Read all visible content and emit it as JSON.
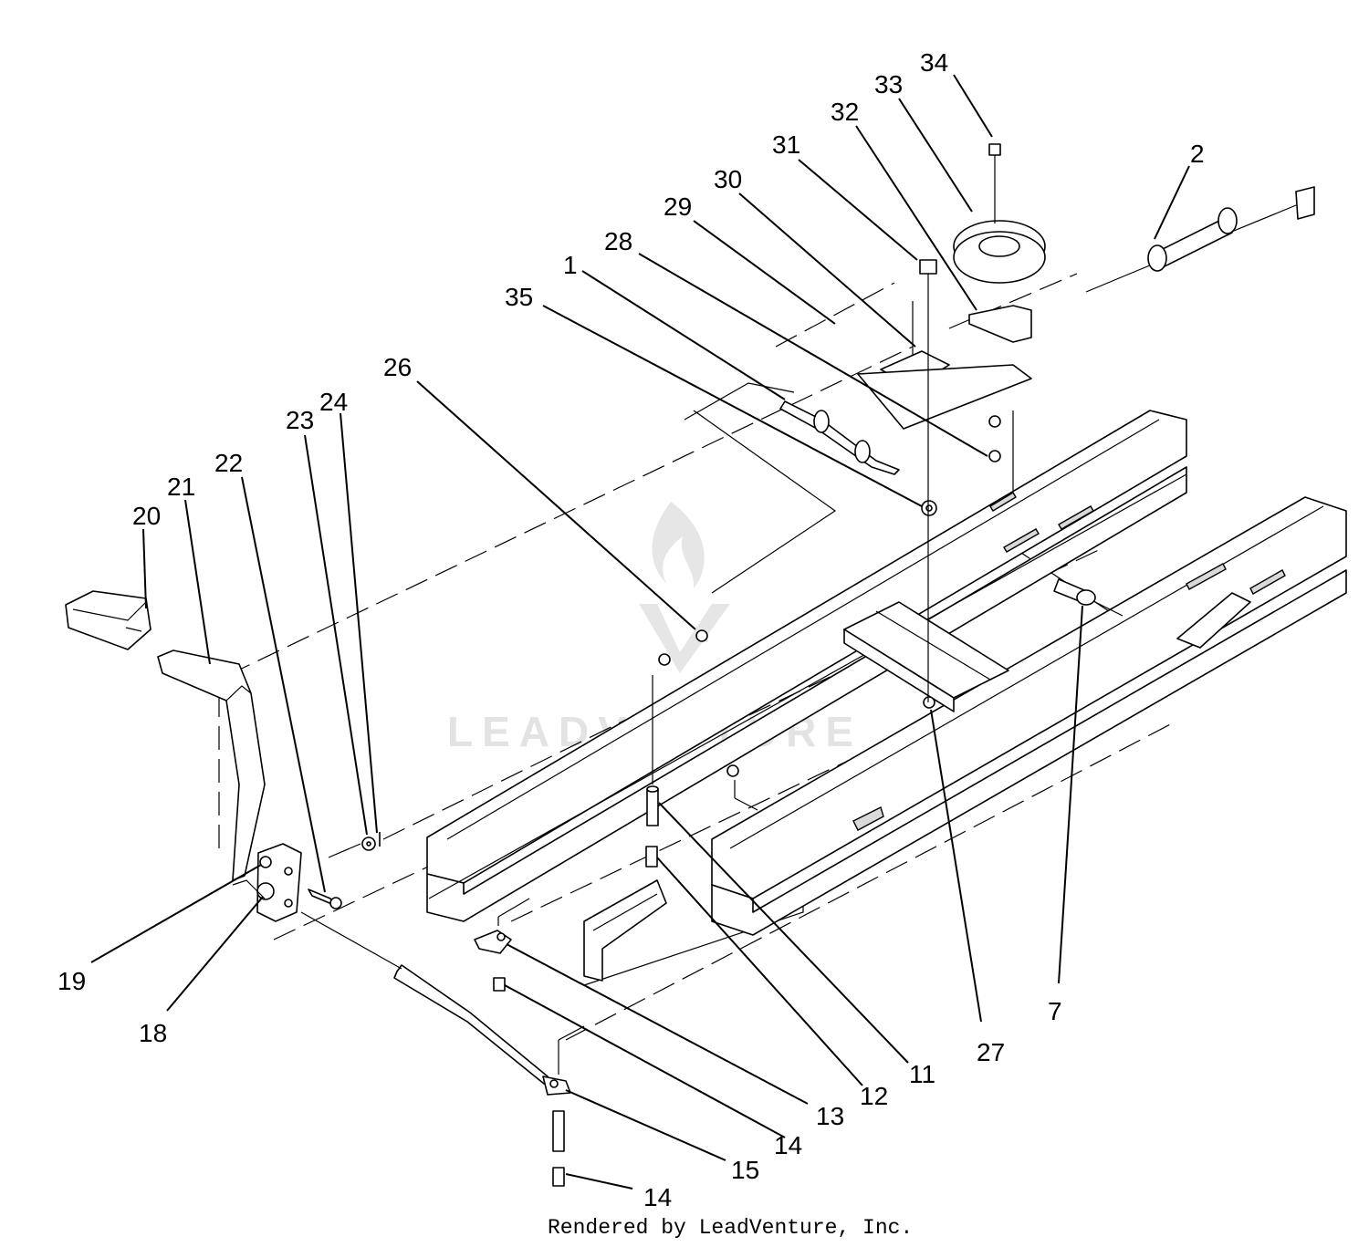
{
  "diagram": {
    "callouts": [
      {
        "id": "c34",
        "label": "34"
      },
      {
        "id": "c33",
        "label": "33"
      },
      {
        "id": "c32",
        "label": "32"
      },
      {
        "id": "c31",
        "label": "31"
      },
      {
        "id": "c30",
        "label": "30"
      },
      {
        "id": "c29",
        "label": "29"
      },
      {
        "id": "c28",
        "label": "28"
      },
      {
        "id": "c2",
        "label": "2"
      },
      {
        "id": "c1",
        "label": "1"
      },
      {
        "id": "c35",
        "label": "35"
      },
      {
        "id": "c26",
        "label": "26"
      },
      {
        "id": "c24",
        "label": "24"
      },
      {
        "id": "c23",
        "label": "23"
      },
      {
        "id": "c22",
        "label": "22"
      },
      {
        "id": "c21",
        "label": "21"
      },
      {
        "id": "c20",
        "label": "20"
      },
      {
        "id": "c19",
        "label": "19"
      },
      {
        "id": "c18",
        "label": "18"
      },
      {
        "id": "c7",
        "label": "7"
      },
      {
        "id": "c27",
        "label": "27"
      },
      {
        "id": "c11",
        "label": "11"
      },
      {
        "id": "c12",
        "label": "12"
      },
      {
        "id": "c13",
        "label": "13"
      },
      {
        "id": "c14a",
        "label": "14"
      },
      {
        "id": "c15",
        "label": "15"
      },
      {
        "id": "c14b",
        "label": "14"
      }
    ],
    "watermark": "LEADVENTURE",
    "footer": "Rendered by LeadVenture, Inc."
  }
}
